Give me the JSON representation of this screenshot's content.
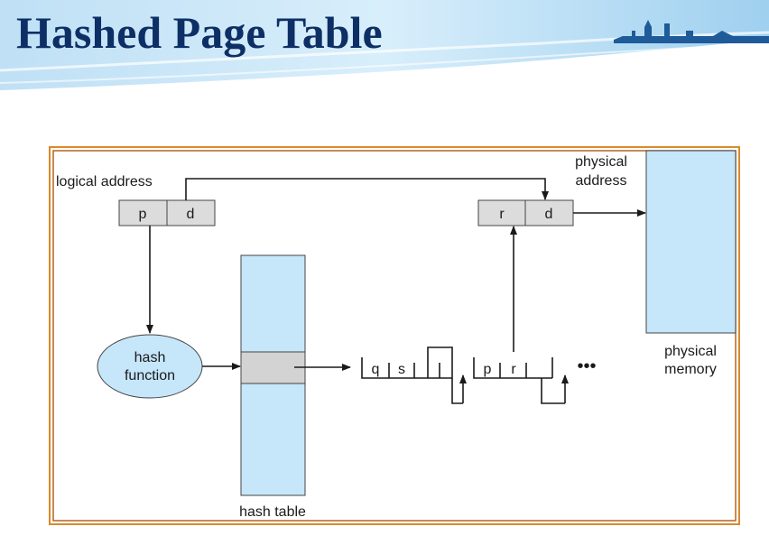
{
  "slide": {
    "title": "Hashed Page Table"
  },
  "diagram": {
    "logical_address_label": "logical address",
    "logical_address_fields": [
      "p",
      "d"
    ],
    "physical_address_label": [
      "physical",
      "address"
    ],
    "physical_address_fields": [
      "r",
      "d"
    ],
    "hash_function_label": [
      "hash",
      "function"
    ],
    "hash_table_label": "hash table",
    "chain_node_1": [
      "q",
      "s"
    ],
    "chain_node_2": [
      "p",
      "r"
    ],
    "ellipsis": "•••",
    "physical_memory_label": [
      "physical",
      "memory"
    ]
  },
  "colors": {
    "title": "#0d2f66",
    "frame_outer": "#d98a2b",
    "frame_inner": "#b5651d",
    "box_fill": "#dcdcdc",
    "memory_fill": "#c6e6fa",
    "hash_fill": "#c6e6fa"
  }
}
